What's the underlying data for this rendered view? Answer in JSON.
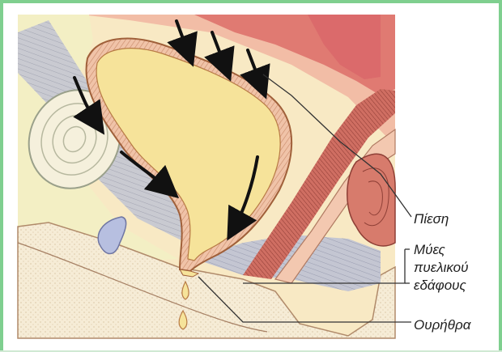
{
  "labels": {
    "pressure": "Πίεση",
    "pelvic_muscles": [
      "Μύες",
      "πυελικού",
      "εδάφους"
    ],
    "urethra": "Ουρήθρα"
  },
  "colors": {
    "frame": "#7fcf8f",
    "bladder_fill": "#f6e39a",
    "bladder_wall": "#c8864a",
    "tissue_pink": "#f1b5a0",
    "rectum_red": "#d9706a",
    "muscle_gray": "#b9bccb",
    "fat_cream": "#f3efc4",
    "arrow": "#111111"
  }
}
